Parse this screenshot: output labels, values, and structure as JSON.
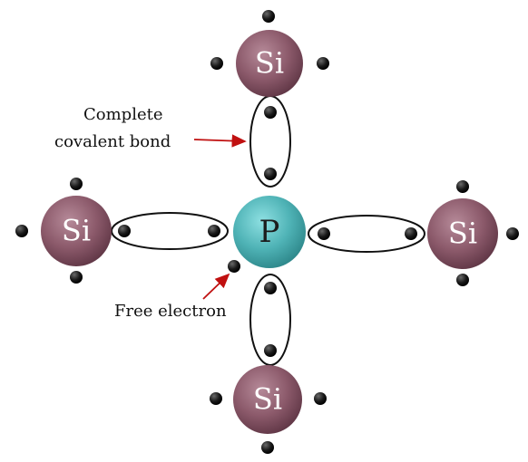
{
  "diagram": {
    "center_atom": {
      "symbol": "P",
      "color": "#4fb3b6"
    },
    "outer_atoms": [
      {
        "position": "top",
        "symbol": "Si"
      },
      {
        "position": "left",
        "symbol": "Si"
      },
      {
        "position": "right",
        "symbol": "Si"
      },
      {
        "position": "bottom",
        "symbol": "Si"
      }
    ],
    "si_color": "#8c5a6b",
    "electron_color": "#111111",
    "arrow_color": "#c01010",
    "labels": {
      "complete_line1": "Complete",
      "complete_line2": "covalent bond",
      "free_electron": "Free electron"
    }
  }
}
